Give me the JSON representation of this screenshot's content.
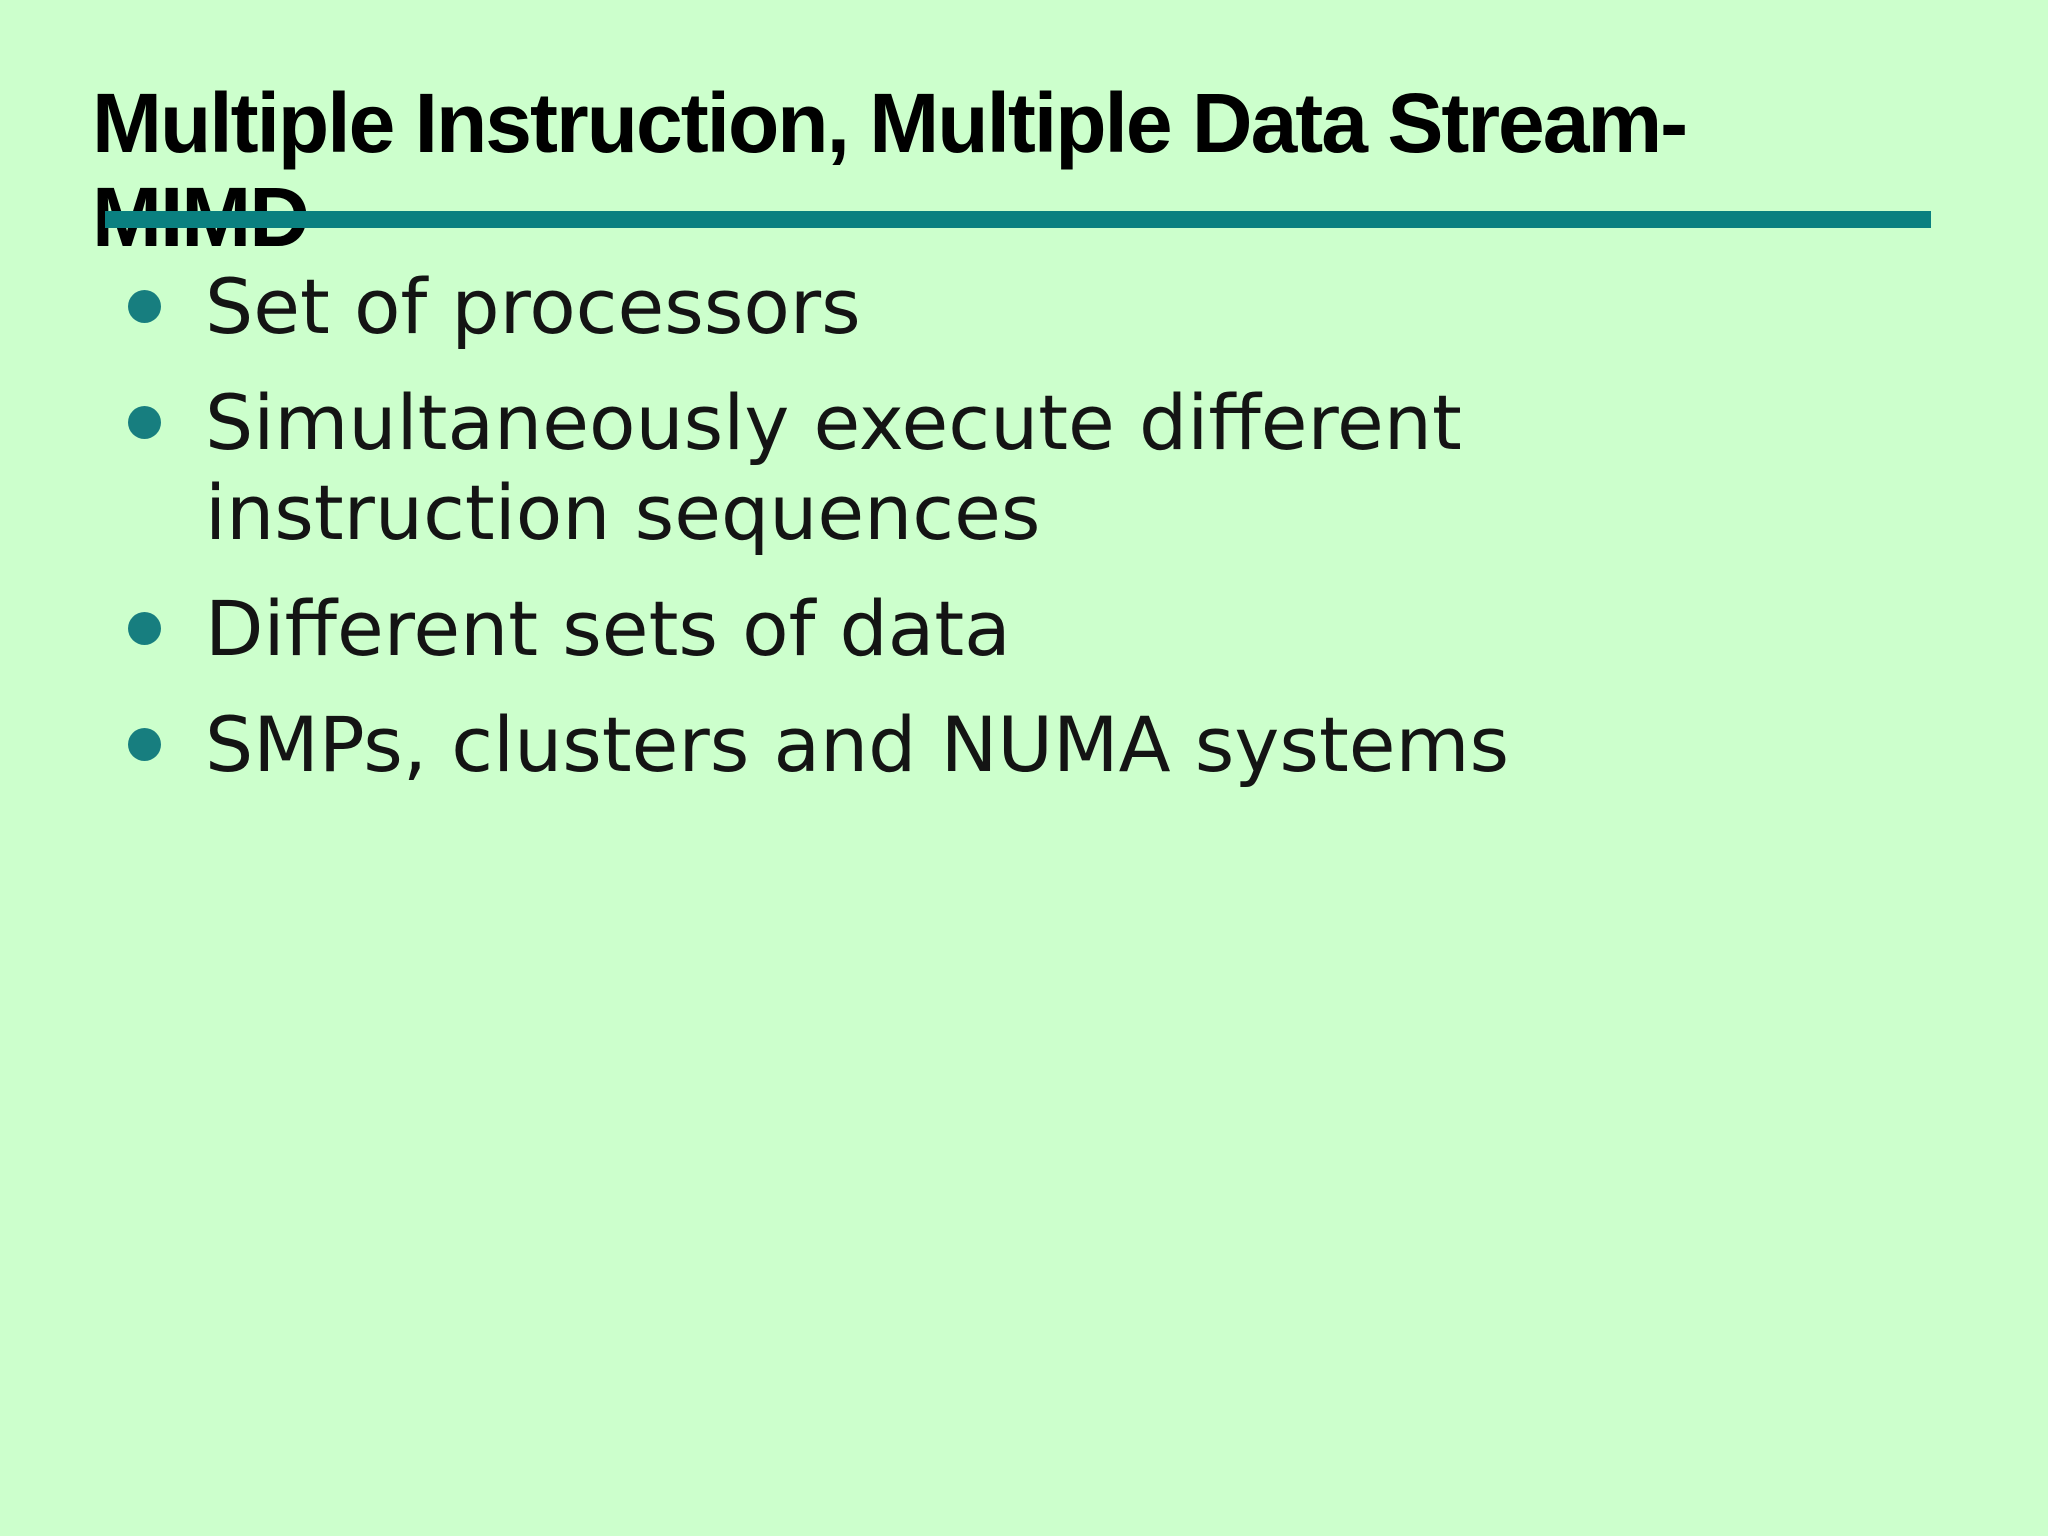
{
  "slide": {
    "background_color": "#ccffcc",
    "accent_color": "#0a8080",
    "bullet_color": "#177e7f",
    "title": "Multiple Instruction, Multiple Data Stream- MIMD",
    "bullets": [
      "Set of processors",
      "Simultaneously execute different instruction sequences",
      "Different sets of data",
      "SMPs, clusters and NUMA systems"
    ]
  }
}
